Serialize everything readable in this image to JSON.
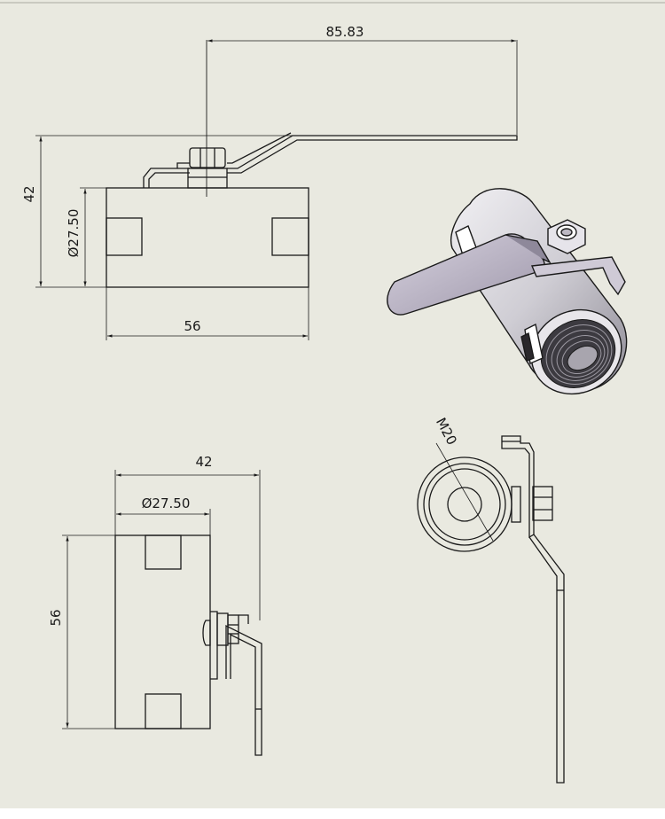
{
  "drawing": {
    "background_color": "#E9E9E0",
    "line_color": "#1a1a1a",
    "body_shade": "#d8d6dc",
    "handle_shade": "#b9b3c2",
    "top_view": {
      "dim_handle_length": "85.83",
      "dim_height": "42",
      "dim_diameter": "Ø27.50",
      "dim_length": "56"
    },
    "side_view": {
      "dim_width": "42",
      "dim_diameter": "Ø27.50",
      "dim_length": "56"
    },
    "end_view": {
      "thread_label": "M20"
    }
  }
}
